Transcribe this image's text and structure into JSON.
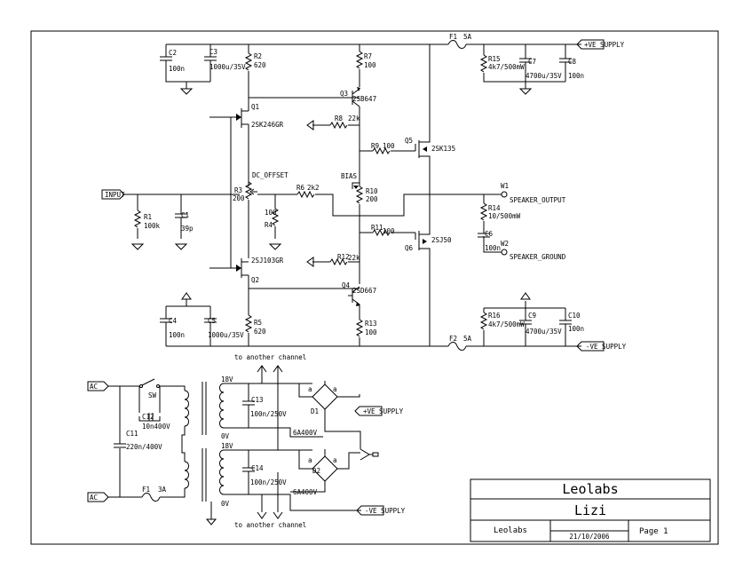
{
  "title_block": {
    "company": "Leolabs",
    "title": "Lizi",
    "drawn_by": "Leolabs",
    "date": "21/10/2006",
    "page": "Page 1"
  },
  "ports": {
    "input": "INPUT",
    "pos_supply": "+VE SUPPLY",
    "neg_supply": "-VE SUPPLY",
    "ac1": "AC",
    "ac2": "AC",
    "pos_supply_out": "+VE SUPPLY",
    "neg_supply_out": "-VE SUPPLY",
    "speaker_output": "SPEAKER_OUTPUT",
    "speaker_ground": "SPEAKER_GROUND",
    "w1": "W1",
    "w2": "W2"
  },
  "labels": {
    "c2": "C2",
    "c2v": "100n",
    "c3": "C3",
    "c3v": "1000u/35V",
    "r2": "R2",
    "r2v": "620",
    "r7": "R7",
    "r7v": "100",
    "f1": "F1",
    "f1v": "5A",
    "r15": "R15",
    "r15v": "4k7/500mW",
    "c7": "C7",
    "c7v": "4700u/35V",
    "c8": "C8",
    "c8v": "100n",
    "q3": "Q3",
    "q3v": "2SB647",
    "q1": "Q1",
    "q1v": "2SK246GR",
    "r8": "R8",
    "r8v": "22k",
    "q5": "Q5",
    "q5v": "2SK135",
    "r9": "R9",
    "r9v": "100",
    "dc_offset": "DC_OFFSET",
    "bias": "BIAS",
    "r3": "R3",
    "r3v": "200",
    "r6": "R6",
    "r6v": "2k2",
    "r10": "R10",
    "r10v": "200",
    "r1": "R1",
    "r1v": "100k",
    "c1": "C1",
    "c1v": "39p",
    "r4": "R4",
    "r4v": "100",
    "r14": "R14",
    "r14v": "10/500mW",
    "c6": "C6",
    "c6v": "100n",
    "r11": "R11",
    "r11v": "100",
    "q6": "Q6",
    "q6v": "2SJ50",
    "q2": "Q2",
    "q2v": "2SJ103GR",
    "r12": "R12",
    "r12v": "22k",
    "q4": "Q4",
    "q4v": "2SD667",
    "c4": "C4",
    "c4v": "100n",
    "c5": "C5",
    "c5v": "1000u/35V",
    "r5": "R5",
    "r5v": "620",
    "r13": "R13",
    "r13v": "100",
    "r16": "R16",
    "r16v": "4k7/500mW",
    "c9": "C9",
    "c9v": "4700u/35V",
    "c10": "C10",
    "c10v": "100n",
    "f2": "F2",
    "f2v": "5A",
    "another_top": "to another channel",
    "another_bot": "to another channel",
    "sw": "SW",
    "c12": "C12",
    "c12v": "10n400V",
    "c11": "C11",
    "c11v": "220n/400V",
    "f1b": "F1",
    "f1bv": "3A",
    "v18a": "18V",
    "v0a": "0V",
    "v18b": "18V",
    "v0b": "0V",
    "c13": "C13",
    "c13v": "100n/250V",
    "c14": "C14",
    "c14v": "100n/250V",
    "d1": "D1",
    "d1v": "6A400V",
    "d2": "D2",
    "d2v": "6A400V"
  }
}
